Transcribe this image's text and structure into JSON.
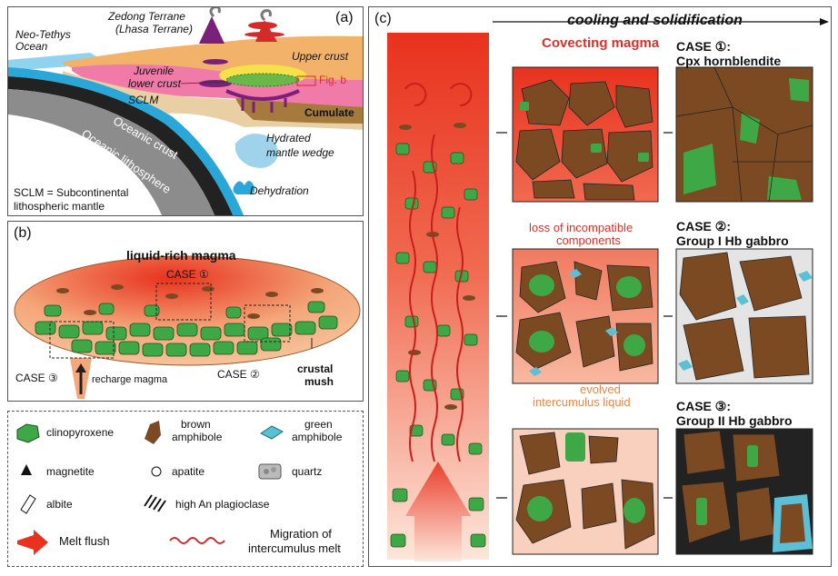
{
  "panel_a": {
    "tag": "(a)",
    "neo_tethys": "Neo-Tethys\nOcean",
    "zedong": "Zedong Terrane",
    "lhasa": "(Lhasa Terrane)",
    "upper_crust": "Upper crust",
    "juvenile": "Juvenile",
    "lower_crust": "lower crust",
    "fig_b": "Fig. b",
    "sclm": "SCLM",
    "cumulate": "Cumulate",
    "oceanic_crust": "Oceanic crust",
    "oceanic_litho": "Oceanic lithosphere",
    "hydrated": "Hydrated",
    "mantle_wedge": "mantle wedge",
    "dehydration": "Dehydration",
    "note1": "SCLM = Subcontinental",
    "note2": "lithospheric mantle"
  },
  "panel_b": {
    "tag": "(b)",
    "liquid_rich": "liquid-rich magma",
    "case1": "CASE ①",
    "case2": "CASE ②",
    "case3": "CASE ③",
    "recharge": "recharge magma",
    "crustal": "crustal",
    "mush": "mush"
  },
  "legend": {
    "clinopyroxene": "clinopyroxene",
    "brown_amph_1": "brown",
    "brown_amph_2": "amphibole",
    "green_amph_1": "green",
    "green_amph_2": "amphibole",
    "magnetite": "magnetite",
    "apatite": "apatite",
    "quartz": "quartz",
    "albite": "albite",
    "high_an": "high An plagioclase",
    "melt_flush": "Melt flush",
    "migration_1": "Migration of",
    "migration_2": "intercumulus melt"
  },
  "panel_c": {
    "tag": "(c)",
    "cooling": "cooling and solidification",
    "convecting": "Covecting magma",
    "case1_title": "CASE ①:",
    "case1_sub": "Cpx hornblendite",
    "loss_1": "loss of incompatible",
    "loss_2": "components",
    "case2_title": "CASE ②:",
    "case2_sub": "Group I Hb gabbro",
    "evolved_1": "evolved",
    "evolved_2": "intercumulus liquid",
    "case3_title": "CASE ③:",
    "case3_sub": "Group II Hb gabbro"
  },
  "colors": {
    "cpx_green": "#3fa846",
    "amph_brown": "#7b4a22",
    "green_amph": "#5bc0d6",
    "magma_red": "#e8321e",
    "magma_orange": "#f4a77a",
    "upper_crust": "#f2b26a",
    "lower_crust": "#f07aa8",
    "sclm_tan": "#e9cfa4"
  }
}
